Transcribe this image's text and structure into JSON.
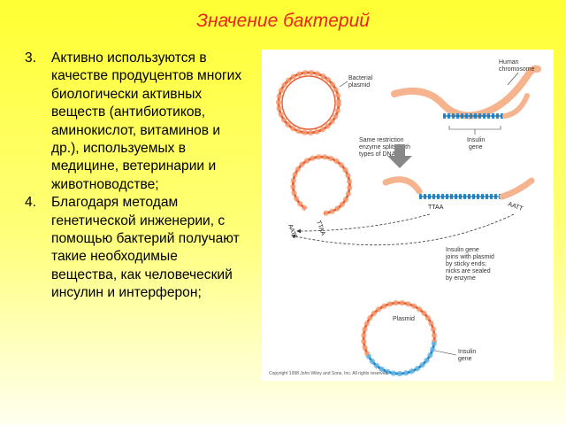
{
  "title": "Значение бактерий",
  "list_items": [
    {
      "number": "3.",
      "text": "Активно используются в качестве продуцентов многих биологически активных веществ (антибиотиков, аминокислот, витаминов и др.), используемых в медицине, ветеринарии и животноводстве;"
    },
    {
      "number": "4.",
      "text": "Благодаря методам генетической инженерии, с помощью бактерий получают такие необходимые вещества, как человеческий инсулин и интерферон;"
    }
  ],
  "figure": {
    "bacterial_plasmid_label_1": "Bacterial",
    "bacterial_plasmid_label_2": "plasmid",
    "human_chromosome_label_1": "Human",
    "human_chromosome_label_2": "chromosome",
    "insulin_gene_label_1": "Insulin",
    "insulin_gene_label_2": "gene",
    "restriction_text_1": "Same restriction",
    "restriction_text_2": "enzyme splits both",
    "restriction_text_3": "types of DNA",
    "sticky_left": "TTAA",
    "sticky_right": "AATT",
    "joining_text_1": "Insulin gene",
    "joining_text_2": "joins with plasmid",
    "joining_text_3": "by sticky ends;",
    "joining_text_4": "nicks are sealed",
    "joining_text_5": "by enzyme",
    "plasmid_label": "Plasmid",
    "bottom_insulin_label_1": "Insulin",
    "bottom_insulin_label_2": "gene",
    "copyright": "Copyright 1998 John Wiley and Sons, Inc. All rights reserved."
  },
  "colors": {
    "title": "#e8241c",
    "plasmid_dna": "#e8653a",
    "insulin_dna": "#2a8fd0",
    "chromosome": "#f6b48e"
  }
}
